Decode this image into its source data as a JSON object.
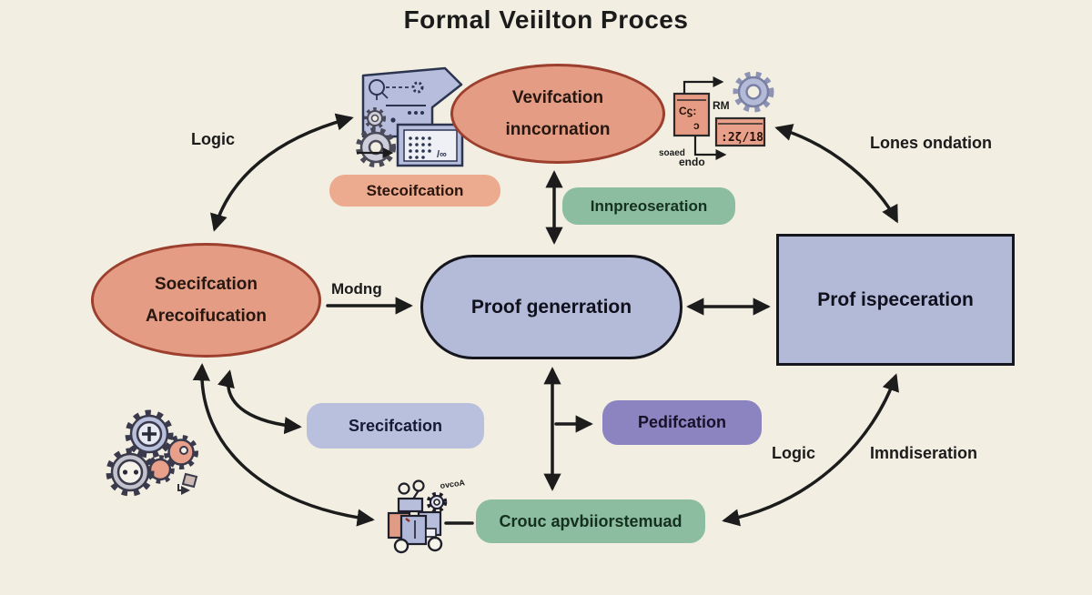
{
  "title": "Formal Veiilton Proces",
  "nodes": {
    "verification_ellipse": {
      "line1": "Vevifcation",
      "line2": "inncornation"
    },
    "specification_ellipse": {
      "line1": "Soecifcation",
      "line2": "Arecoifucation"
    },
    "proof_generation": "Proof generration",
    "proof_inspection": "Prof ispeceration"
  },
  "pills": {
    "stecoifcation": "Stecoifcation",
    "innpreoseration": "Innpreoseration",
    "srecifcation": "Srecifcation",
    "pedifcation": "Pedifcation",
    "crouc": "Crouc apvbiiorstemuad"
  },
  "labels": {
    "logic_top": "Logic",
    "modng": "Modng",
    "lones_ondation": "Lones ondation",
    "logic_bottom": "Logic",
    "imndiseration": "Imndiseration",
    "rm": "RM",
    "soaed": "soaed",
    "endo": "endo",
    "ovcoa": "ovcoA",
    "ck_line1": "Cϛ:",
    "ck_line2": "ɔ",
    "display_value": ":2ζ/18",
    "infinity_glyph": "/∞"
  },
  "colors": {
    "background": "#f2efe2",
    "salmon_fill": "#e59c84",
    "salmon_border": "#9c3f2e",
    "salmon_pill": "#ecaa8e",
    "green_pill": "#8dbda0",
    "periwinkle_fill": "#b4bbd8",
    "periwinkle_pill": "#b9c0de",
    "purple_pill": "#8b84c0",
    "dark_border": "#16161f",
    "arrow": "#1c1c1c",
    "text": "#1b1b1b"
  }
}
